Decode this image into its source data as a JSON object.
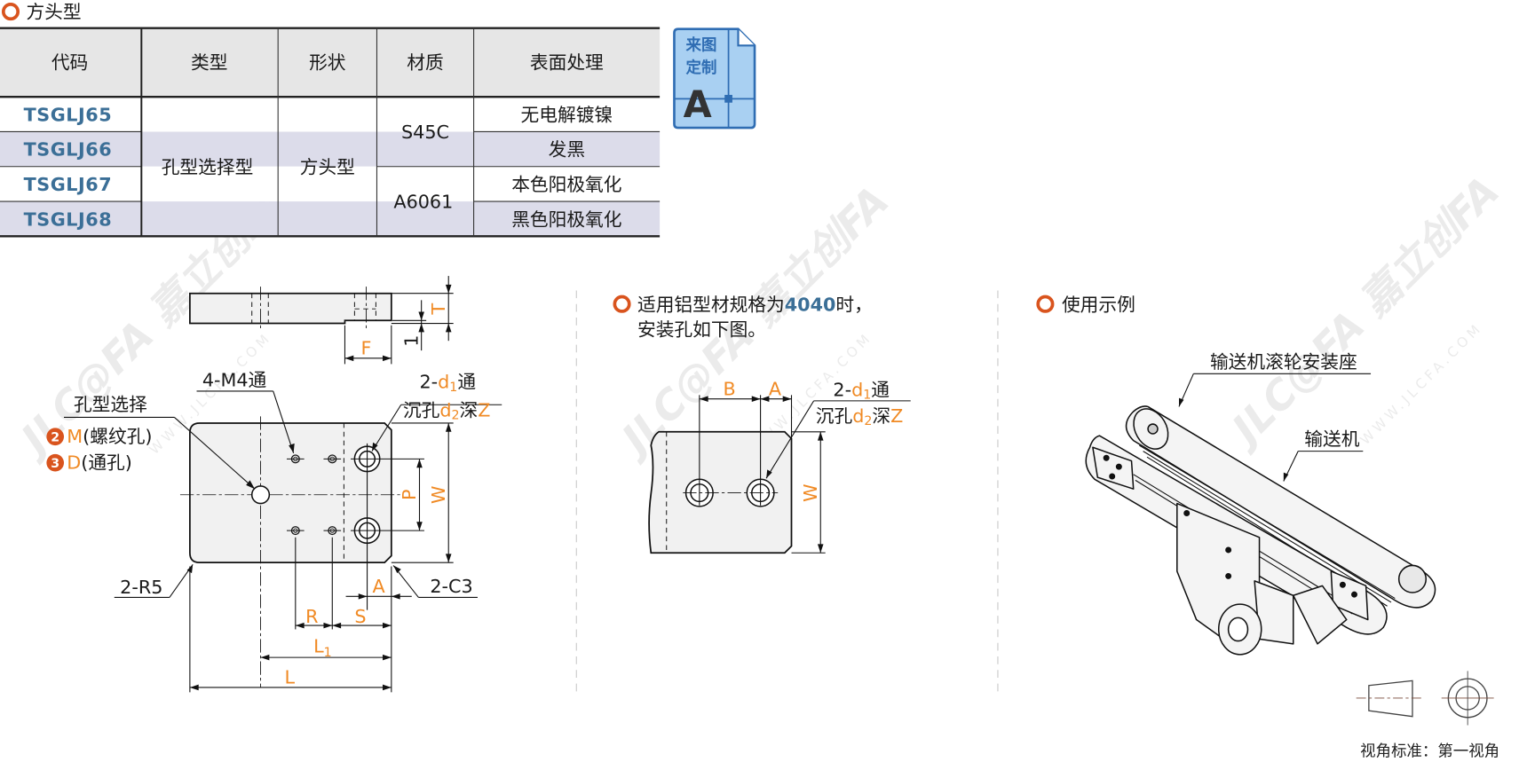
{
  "section_title": "方头型",
  "table": {
    "headers": [
      "代码",
      "类型",
      "形状",
      "材质",
      "表面处理"
    ],
    "codes": [
      "TSGLJ65",
      "TSGLJ66",
      "TSGLJ67",
      "TSGLJ68"
    ],
    "type": "孔型选择型",
    "shape": "方头型",
    "materials": [
      "S45C",
      "A6061"
    ],
    "surface": [
      "无电解镀镍",
      "发黑",
      "本色阳极氧化",
      "黑色阳极氧化"
    ]
  },
  "custom_badge": {
    "line1": "来图",
    "line2": "定制",
    "letter": "A"
  },
  "drawing_main": {
    "dims": {
      "T": "T",
      "one": "1",
      "F": "F",
      "P": "P",
      "W": "W",
      "A": "A",
      "R": "R",
      "S": "S",
      "L1": "L",
      "L1_sub": "1",
      "L": "L"
    },
    "labels": {
      "m4": "4-M4通",
      "hole_select": "孔型选择",
      "opt2_num": "2",
      "opt2_letter": "M",
      "opt2_text": "(螺纹孔)",
      "opt3_num": "3",
      "opt3_letter": "D",
      "opt3_text": "(通孔)",
      "cb_prefix": "2-",
      "cb_d": "d",
      "cb_d_sub": "1",
      "cb_suffix": "通",
      "cb2_prefix": "沉孔",
      "cb2_d": "d",
      "cb2_d_sub": "2",
      "cb2_mid": "深",
      "cb2_z": "Z",
      "r5": "2-R5",
      "c3": "2-C3"
    }
  },
  "drawing_mount": {
    "heading_pre": "适用铝型材规格为",
    "heading_spec": "4040",
    "heading_post": "时，",
    "heading_line2": "安装孔如下图。",
    "dims": {
      "B": "B",
      "A": "A",
      "W": "W"
    },
    "labels": {
      "cb_prefix": "2-",
      "cb_d": "d",
      "cb_d_sub": "1",
      "cb_suffix": "通",
      "cb2_prefix": "沉孔",
      "cb2_d": "d",
      "cb2_d_sub": "2",
      "cb2_mid": "深",
      "cb2_z": "Z"
    }
  },
  "usage": {
    "heading": "使用示例",
    "label_mount": "输送机滚轮安装座",
    "label_conveyor": "输送机"
  },
  "projection": {
    "label": "视角标准：第一视角"
  },
  "watermark": {
    "brand": "JLC@FA 嘉立创FA",
    "url": "WWW.JLCFA.COM"
  },
  "colors": {
    "accent_orange": "#d9541e",
    "dim_orange": "#f08a24",
    "code_blue": "#3b6f97",
    "badge_blue": "#2f6db3",
    "badge_fill": "#a9d0f2",
    "row_alt": "#dcdcea",
    "header_bg": "#e6e6e6"
  }
}
